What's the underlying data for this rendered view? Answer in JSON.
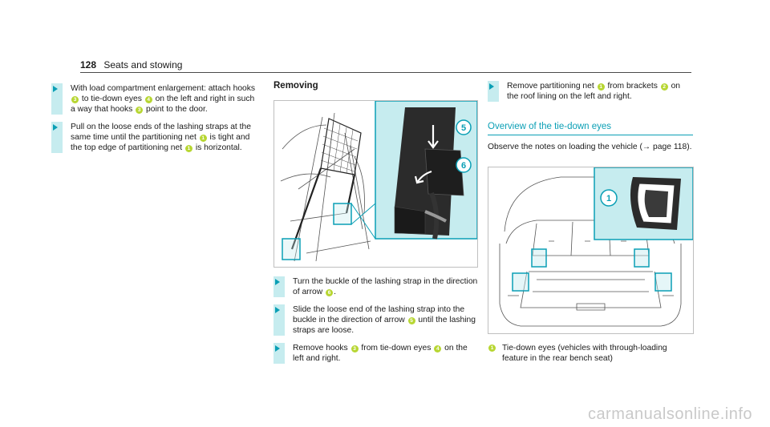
{
  "header": {
    "page_number": "128",
    "section": "Seats and stowing"
  },
  "left_steps": [
    {
      "parts": [
        "With load compartment enlargement: attach hooks ",
        {
          "n": "3"
        },
        " to tie-down eyes ",
        {
          "n": "4"
        },
        " on the left and right in such a way that hooks ",
        {
          "n": "3"
        },
        " point to the door."
      ]
    },
    {
      "parts": [
        "Pull on the loose ends of the lashing straps at the same time until the partitioning net ",
        {
          "n": "1"
        },
        " is tight and the top edge of partitioning net ",
        {
          "n": "1"
        },
        " is horizontal."
      ]
    }
  ],
  "removing": {
    "title": "Removing",
    "figure_callouts": [
      "5",
      "6"
    ],
    "steps": [
      {
        "parts": [
          "Turn the buckle of the lashing strap in the direction of arrow ",
          {
            "n": "6"
          },
          "."
        ]
      },
      {
        "parts": [
          "Slide the loose end of the lashing strap into the buckle in the direction of arrow ",
          {
            "n": "5"
          },
          " until the lashing straps are loose."
        ]
      },
      {
        "parts": [
          "Remove hooks ",
          {
            "n": "3"
          },
          " from tie-down eyes ",
          {
            "n": "4"
          },
          " on the left and right."
        ]
      }
    ]
  },
  "right_steps": [
    {
      "parts": [
        "Remove partitioning net ",
        {
          "n": "1"
        },
        " from brackets ",
        {
          "n": "2"
        },
        " on the roof lining on the left and right."
      ]
    }
  ],
  "overview": {
    "title": "Overview of the tie-down eyes",
    "note": "Observe the notes on loading the vehicle (→ page 118).",
    "figure_callouts": [
      "1"
    ],
    "legend": {
      "n": "1",
      "text": "Tie-down eyes (vehicles with through-loading feature in the rear bench seat)"
    }
  },
  "watermark": "carmanualsonline.info",
  "colors": {
    "accent": "#0a9fb5",
    "highlight": "#c6ecef",
    "callout": "#b7d632"
  }
}
